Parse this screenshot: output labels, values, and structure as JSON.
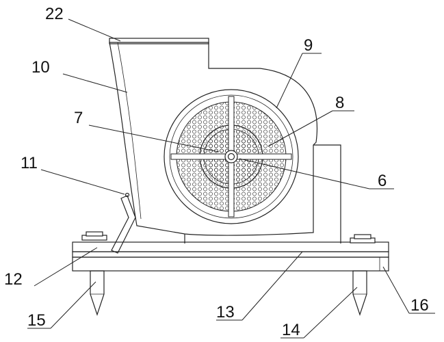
{
  "diagram": {
    "callouts": [
      {
        "id": "c22",
        "label": "22"
      },
      {
        "id": "c10",
        "label": "10"
      },
      {
        "id": "c9",
        "label": "9"
      },
      {
        "id": "c8",
        "label": "8"
      },
      {
        "id": "c7",
        "label": "7"
      },
      {
        "id": "c11",
        "label": "11"
      },
      {
        "id": "c6",
        "label": "6"
      },
      {
        "id": "c12",
        "label": "12"
      },
      {
        "id": "c13",
        "label": "13"
      },
      {
        "id": "c15",
        "label": "15"
      },
      {
        "id": "c14",
        "label": "14"
      },
      {
        "id": "c16",
        "label": "16"
      }
    ],
    "colors": {
      "line": "#222222",
      "background": "#ffffff"
    }
  }
}
